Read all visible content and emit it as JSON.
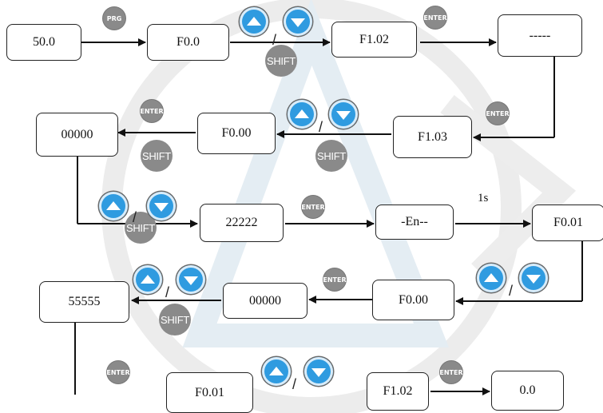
{
  "boxes": {
    "b_50": "50.0",
    "b_f00": "F0.0",
    "b_f102a": "F1.02",
    "b_dash": "-----",
    "b_00000a": "00000",
    "b_f000a": "F0.00",
    "b_f103": "F1.03",
    "b_22222": "22222",
    "b_en": "-En--",
    "b_f001a": "F0.01",
    "b_55555": "55555",
    "b_00000b": "00000",
    "b_f000b": "F0.00",
    "b_f001b": "F0.01",
    "b_f102b": "F1.02",
    "b_00": "0.0"
  },
  "keys": {
    "prg": "PRG",
    "enter": "ENTER",
    "shift": "SHIFT",
    "slash": "/"
  },
  "labels": {
    "delay": "1s"
  },
  "colors": {
    "arrow_key": "#2f9be0",
    "function_key": "#8a8a8a",
    "watermark": "#e8e8e8"
  }
}
